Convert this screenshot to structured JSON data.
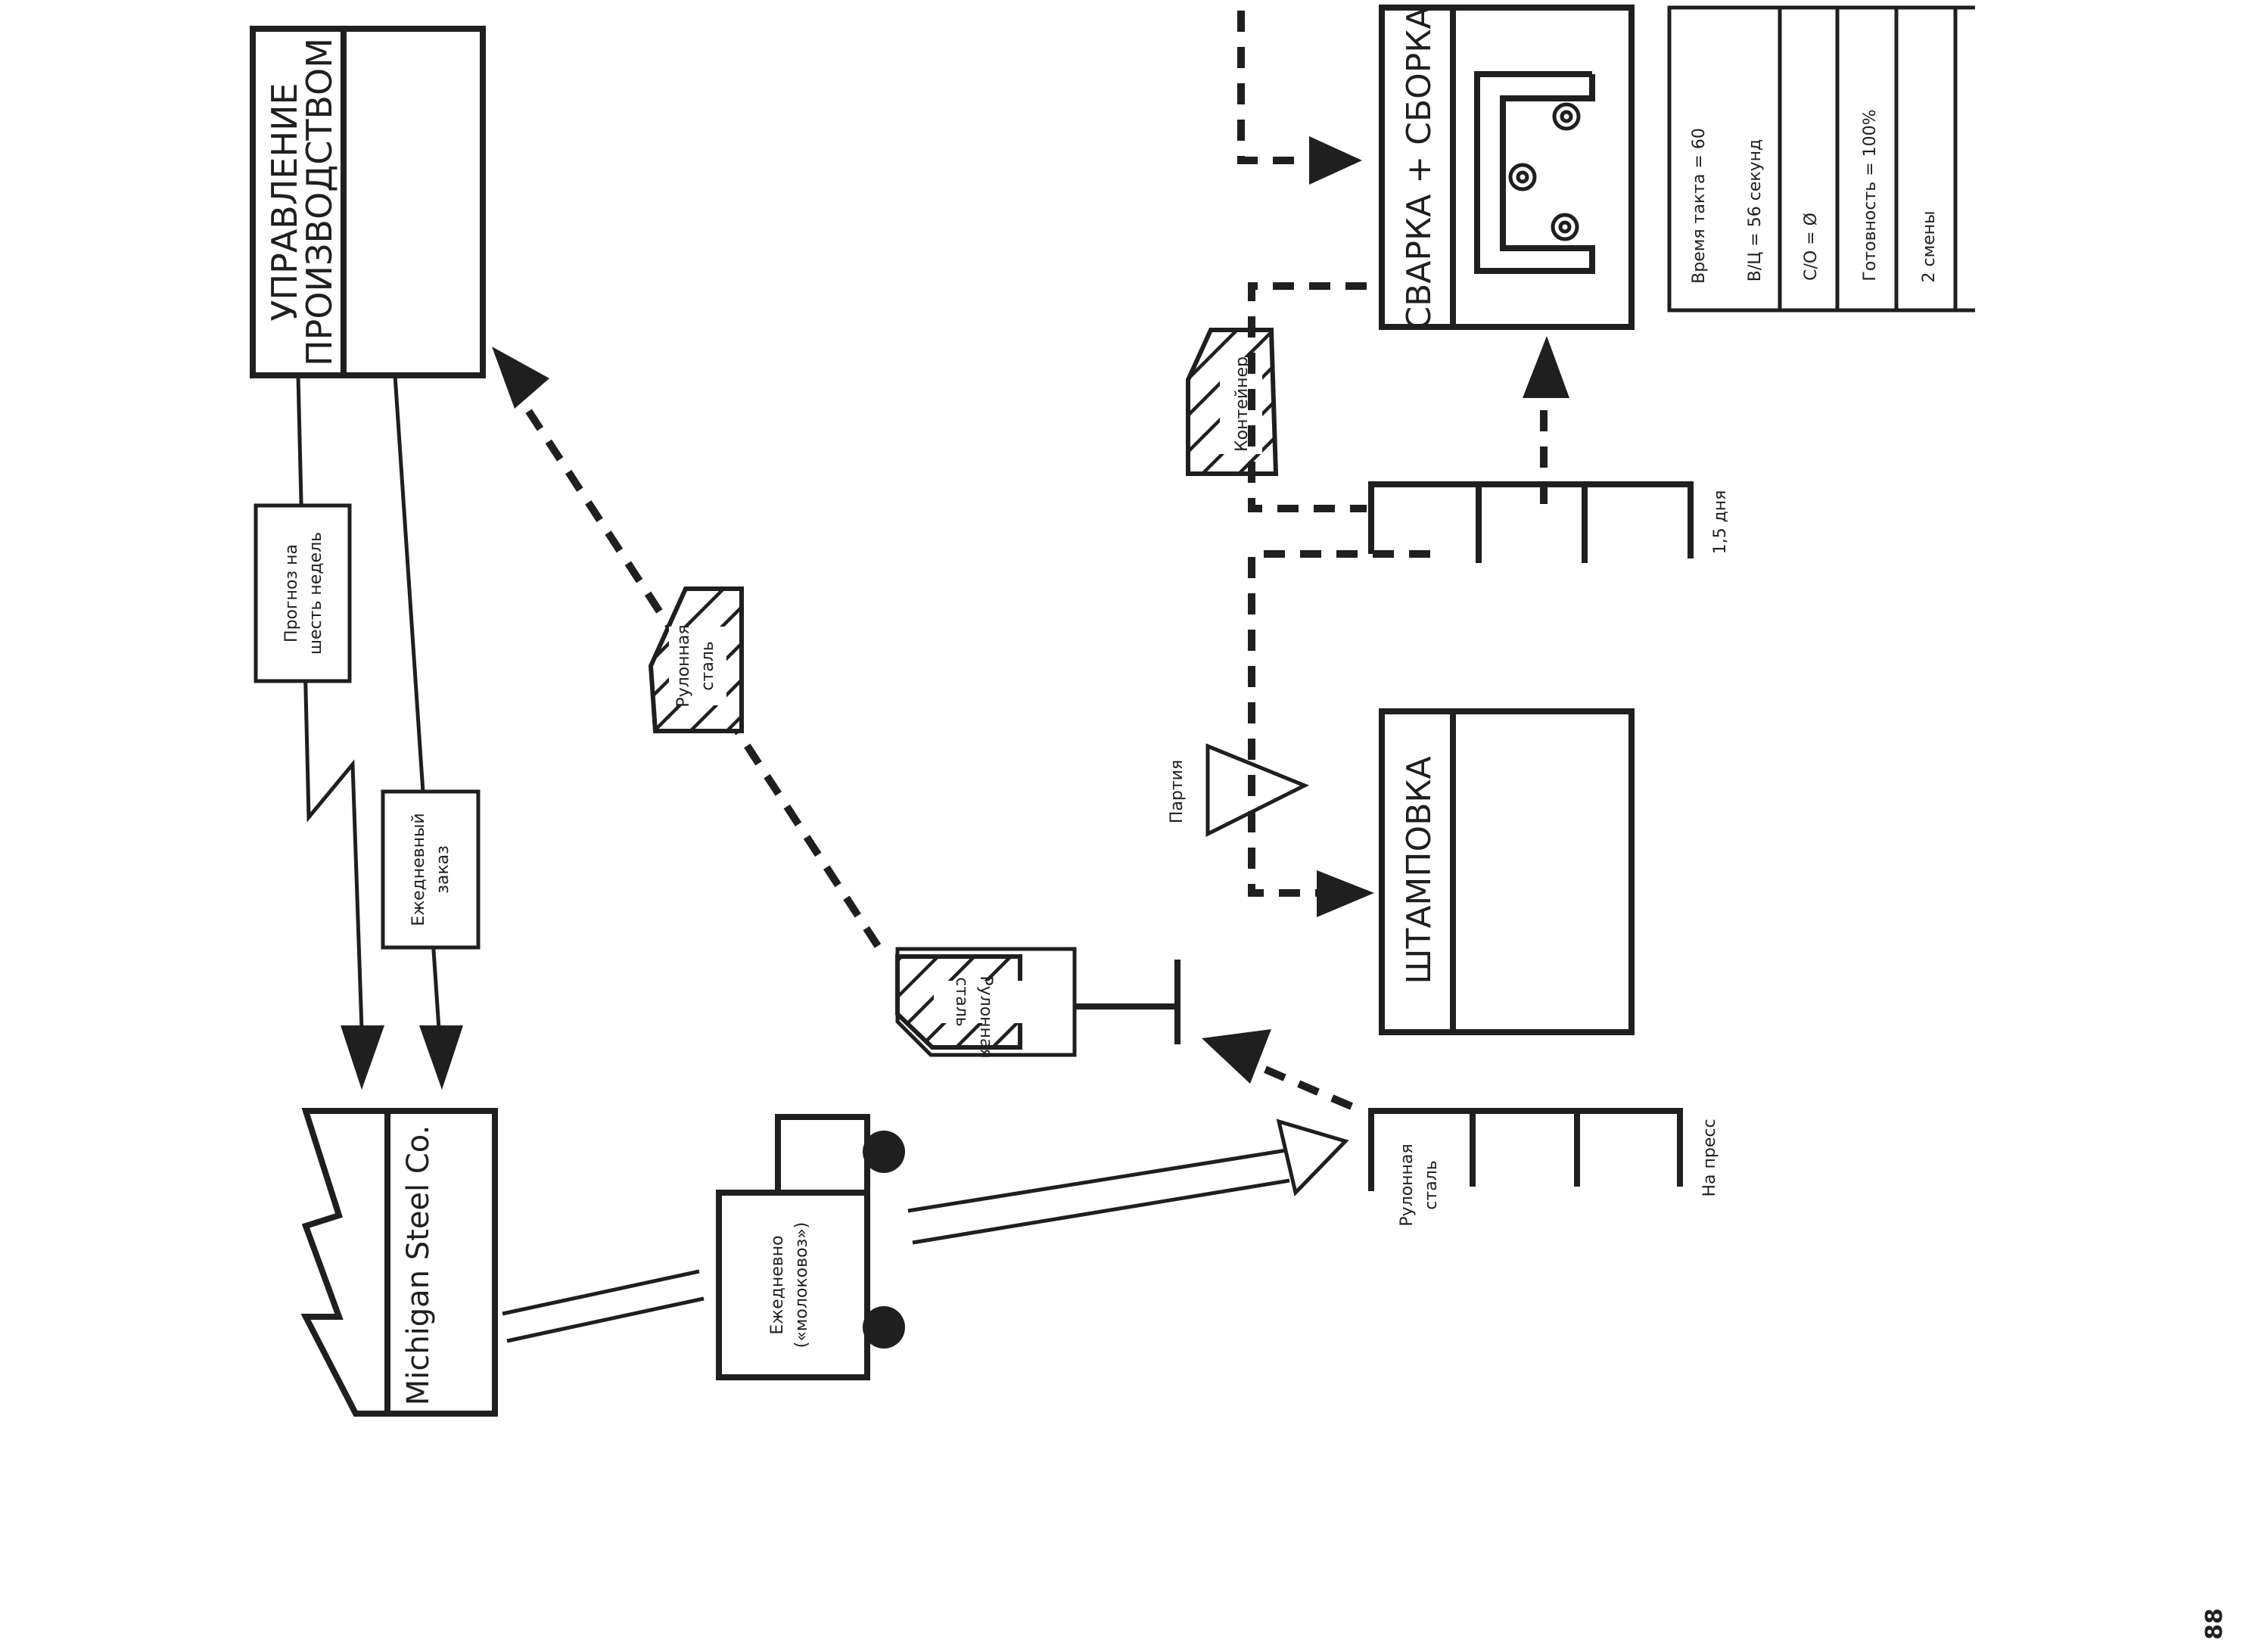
{
  "page_number": "88",
  "production_control": {
    "title_line1": "УПРАВЛЕНИЕ",
    "title_line2": "ПРОИЗВОДСТВОМ"
  },
  "forecast": {
    "line1": "Прогноз на",
    "line2": "шесть недель"
  },
  "daily_order": {
    "line1": "Ежедневный",
    "line2": "заказ"
  },
  "supplier": {
    "name": "Michigan Steel Co."
  },
  "truck": {
    "line1": "Ежедневно",
    "line2": "(«молоковоз»)"
  },
  "kanban_top": {
    "line1": "Рулонная",
    "line2": "сталь"
  },
  "kanban_bottom": {
    "line1": "Рулонная",
    "line2": "сталь"
  },
  "supermarket_coil": {
    "left_label_line1": "Рулонная",
    "left_label_line2": "сталь",
    "right_label": "На пресс"
  },
  "stamping": {
    "title": "ШТАМПОВКА"
  },
  "batch": {
    "label": "Партия"
  },
  "supermarket_mid": {
    "label": "1,5 дня"
  },
  "container": {
    "label": "Контейнер"
  },
  "welding": {
    "title": "СВАРКА + СБОРКА"
  },
  "data_box": {
    "rows": [
      "Время такта = 60",
      "В/Ц = 56 секунд",
      "C/O = Ø",
      "Готовность = 100%",
      "2 смены"
    ]
  },
  "colors": {
    "ink": "#1f1f1f",
    "paper": "#ffffff"
  }
}
